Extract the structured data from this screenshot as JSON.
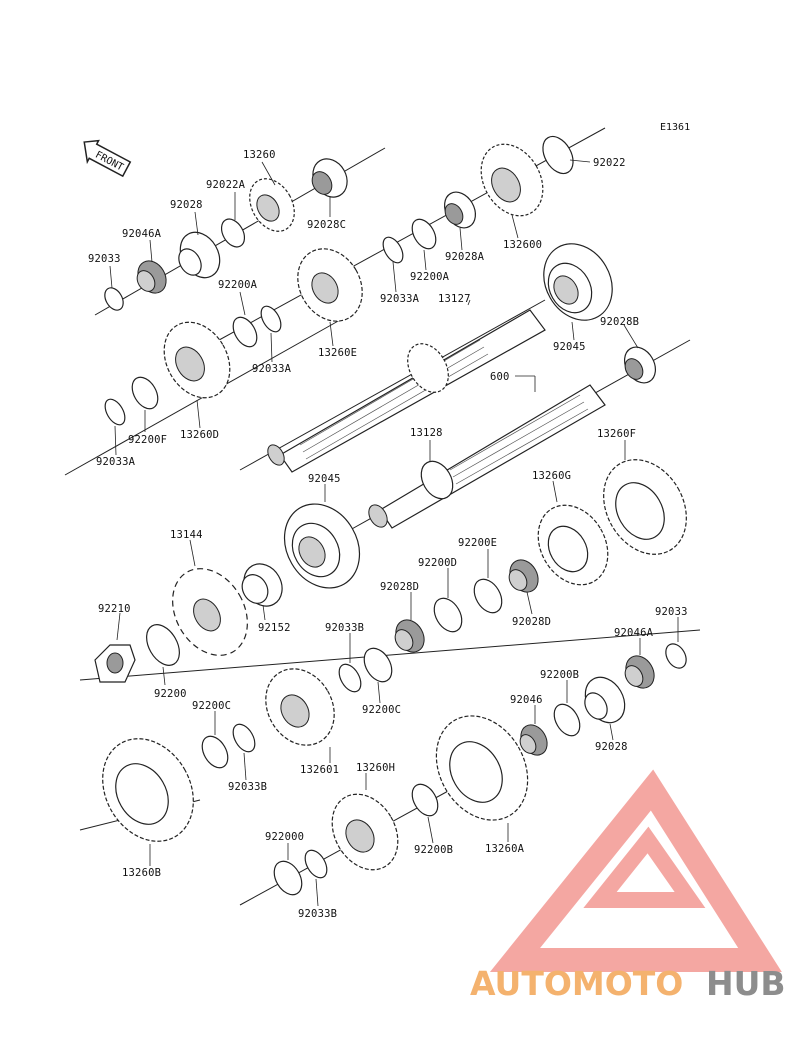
{
  "diagram_code": "E1361",
  "front_label": "FRONT",
  "watermark": {
    "text_accent": "AUTOMOTO",
    "text_plain": "HUB",
    "accent_color": "#f4b26e",
    "logo_color": "#f4a7a2",
    "plain_color": "#8d8d8d"
  },
  "labels": {
    "p13260": "13260",
    "p92022A": "92022A",
    "p92028": "92028",
    "p92046A_top": "92046A",
    "p92033_top": "92033",
    "p92028C": "92028C",
    "p92022": "92022",
    "p132600": "132600",
    "p92028A": "92028A",
    "p92200A_1": "92200A",
    "p92033A_1": "92033A",
    "p13127": "13127",
    "p92200A_2": "92200A",
    "p92033A_2": "92033A",
    "p13260E": "13260E",
    "p92045_top": "92045",
    "p92028B": "92028B",
    "p600": "600",
    "p13260D": "13260D",
    "p92200F": "92200F",
    "p92033A_3": "92033A",
    "p13128": "13128",
    "p13260F": "13260F",
    "p13260G": "13260G",
    "p92045_mid": "92045",
    "p13144": "13144",
    "p92200E": "92200E",
    "p92200D": "92200D",
    "p92028D_1": "92028D",
    "p92028D_2": "92028D",
    "p92210": "92210",
    "p92152": "92152",
    "p92033B_1": "92033B",
    "p92033_right": "92033",
    "p92046A_right": "92046A",
    "p92200": "92200",
    "p92200C_1": "92200C",
    "p92200C_2": "92200C",
    "p92200B_1": "92200B",
    "p92046": "92046",
    "p92028_right": "92028",
    "p92033B_2": "92033B",
    "p132601": "132601",
    "p13260H": "13260H",
    "p13260B": "13260B",
    "p922000": "922000",
    "p92200B_2": "92200B",
    "p13260A": "13260A",
    "p92033B_3": "92033B"
  }
}
